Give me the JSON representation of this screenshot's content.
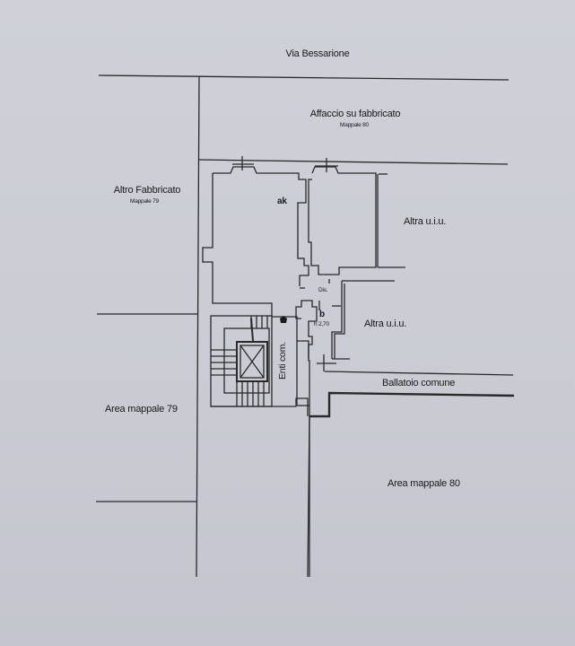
{
  "document": {
    "type": "floor plan (planimetria catastale)",
    "background_color": "#cbccd4",
    "line_color": "#2a2a2a"
  },
  "labels": {
    "street": "Via Bessarione",
    "north_area": {
      "title": "Affaccio su fabbricato",
      "subtitle": "Mappale 80"
    },
    "west_building": {
      "title": "Altro Fabbricato",
      "subtitle": "Mappale 79"
    },
    "room_ak": "ak",
    "room_b": "b",
    "room_b_height": "h 2,70",
    "dis": "Dis.",
    "neighbor_unit_upper": "Altra u.i.u.",
    "neighbor_unit_lower": "Altra u.i.u.",
    "common_entity": "Enti com.",
    "gallery": "Ballatoio comune",
    "area_79": "Area mappale 79",
    "area_80": "Area mappale 80"
  },
  "symbols": [
    {
      "name": "window-top-left",
      "type": "window"
    },
    {
      "name": "window-top-right",
      "type": "window"
    },
    {
      "name": "door-balcony",
      "type": "window"
    },
    {
      "name": "elevator-shaft",
      "type": "elevator"
    },
    {
      "name": "staircase",
      "type": "stairs"
    },
    {
      "name": "entrance-marker",
      "type": "pentagon"
    }
  ]
}
